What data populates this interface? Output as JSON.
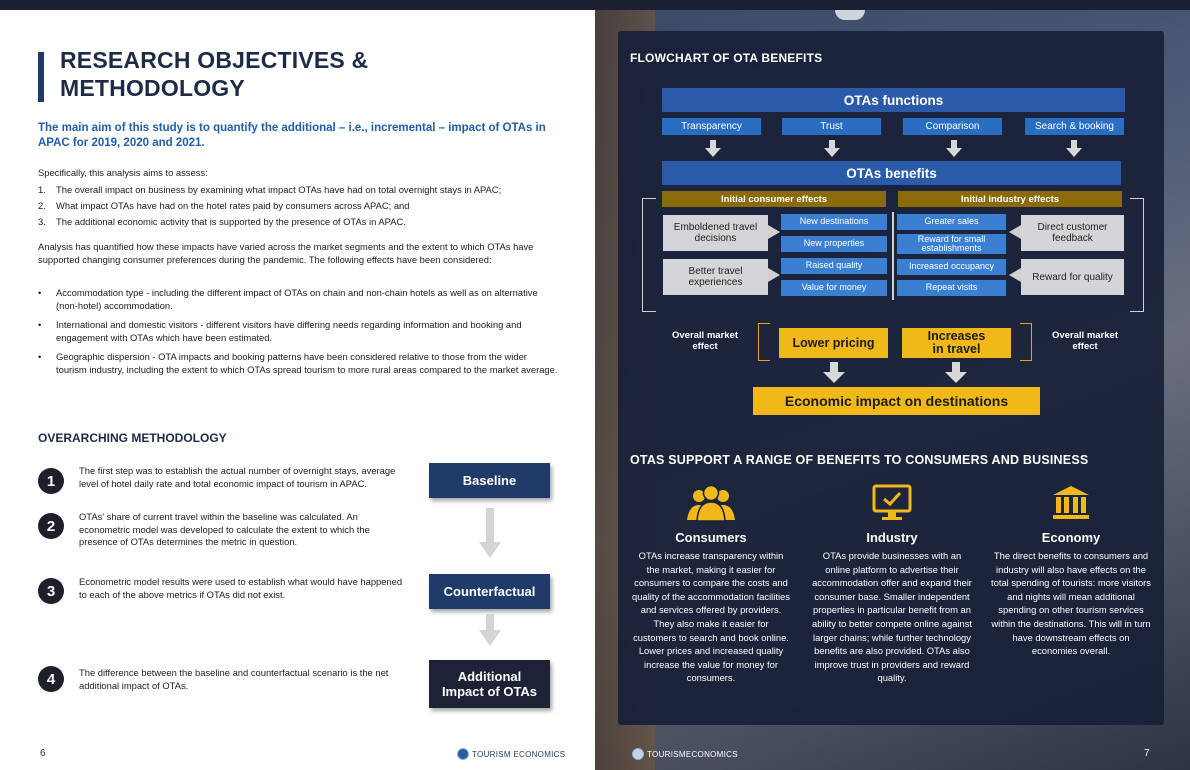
{
  "left": {
    "title_line1": "RESEARCH OBJECTIVES &",
    "title_line2": "METHODOLOGY",
    "lead": "The main aim of this study is to quantify the additional – i.e., incremental – impact of OTAs in APAC for 2019, 2020 and 2021.",
    "intro": "Specifically, this analysis aims to assess:",
    "objectives": [
      {
        "n": "1.",
        "text": "The overall impact on business by examining what impact OTAs have had on total overnight stays in APAC;"
      },
      {
        "n": "2.",
        "text": "What impact OTAs have had on the hotel rates paid by consumers across APAC; and"
      },
      {
        "n": "3.",
        "text": "The additional economic activity that is supported by the presence of OTAs in APAC."
      }
    ],
    "analysis": "Analysis has quantified how these impacts have varied across the market segments and the extent to which OTAs have supported changing consumer preferences during the pandemic. The following effects have been considered:",
    "effects": [
      {
        "b": "•",
        "text": "Accommodation type - including the different impact of OTAs on chain and non-chain hotels as well as on alternative (non-hotel) accommodation."
      },
      {
        "b": "•",
        "text": "International and domestic visitors - different visitors have differing needs regarding information and booking and engagement with OTAs which have been estimated."
      },
      {
        "b": "•",
        "text": "Geographic dispersion - OTA impacts and booking patterns have been considered relative to those from the wider tourism industry, including the extent to which OTAs spread tourism to more rural areas compared to the market average."
      }
    ],
    "method_title": "OVERARCHING METHODOLOGY",
    "steps": [
      {
        "n": "1",
        "text": "The first step was to establish the actual number of overnight stays, average level of hotel daily rate and total economic impact of tourism in APAC."
      },
      {
        "n": "2",
        "text": "OTAs' share of current travel within the baseline was calculated. An econometric model was developed to calculate the extent to which the presence of OTAs determines the metric in question."
      },
      {
        "n": "3",
        "text": "Econometric model results were used to establish what would have happened to each of the above metrics if OTAs did not exist."
      },
      {
        "n": "4",
        "text": "The difference between the baseline and counterfactual scenario is the net additional impact of OTAs."
      }
    ],
    "boxes": {
      "baseline": "Baseline",
      "counterfactual": "Counterfactual",
      "additional_1": "Additional",
      "additional_2": "Impact of OTAs"
    },
    "page_number": "6",
    "brand": "TOURISM ECONOMICS"
  },
  "right": {
    "flow_title": "FLOWCHART OF OTA BENEFITS",
    "functions_title": "OTAs functions",
    "functions": [
      "Transparency",
      "Trust",
      "Comparison",
      "Search & booking"
    ],
    "benefits_title": "OTAs benefits",
    "consumer_effects": "Initial consumer effects",
    "industry_effects": "Initial industry effects",
    "consumer_grey": [
      "Emboldened travel decisions",
      "Better travel experiences"
    ],
    "consumer_blue": [
      "New destinations",
      "New properties",
      "Raised quality",
      "Value for money"
    ],
    "industry_blue": [
      "Greater sales",
      "Reward for small establishments",
      "Increased occupancy",
      "Repeat visits"
    ],
    "industry_grey": [
      "Direct customer feedback",
      "Reward for quality"
    ],
    "overall_left": "Overall market effect",
    "overall_right": "Overall market effect",
    "lower_pricing": "Lower pricing",
    "increases_travel_1": "Increases",
    "increases_travel_2": "in travel",
    "economic_impact": "Economic impact on destinations",
    "support_title": "OTAS SUPPORT A RANGE OF BENEFITS TO CONSUMERS AND BUSINESS",
    "columns": [
      {
        "icon": "people-icon",
        "title": "Consumers",
        "text": "OTAs increase transparency within the market, making it easier for consumers to compare the costs and quality of the accommodation facilities and services offered by providers. They also make it easier for customers to search and book online. Lower prices and increased quality increase the value for money for consumers."
      },
      {
        "icon": "monitor-check-icon",
        "title": "Industry",
        "text": "OTAs provide businesses with an online platform to advertise their accommodation offer and expand their consumer base. Smaller independent properties in particular benefit from an ability to better compete online against larger chains; while further technology benefits are also provided. OTAs also improve trust in providers and reward quality."
      },
      {
        "icon": "bank-icon",
        "title": "Economy",
        "text": "The direct benefits to consumers and industry will also have effects on the total spending of tourists: more visitors and nights will mean additional spending on other tourism services within the destinations. This will in turn have downstream effects on economies overall."
      }
    ],
    "page_number": "7",
    "brand": "TOURISMECONOMICS"
  },
  "colors": {
    "navy": "#1e3a6e",
    "accent_blue": "#1f5fa8",
    "gold": "#f0b818",
    "panel": "#182038"
  }
}
